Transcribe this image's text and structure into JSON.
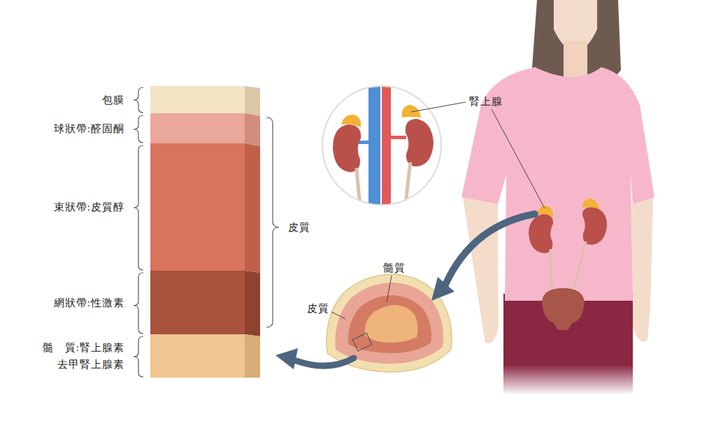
{
  "diagram": {
    "nodes": [
      {
        "text": [
          "包膜"
        ]
      },
      {
        "text": [
          "球狀帶:醛固酮"
        ]
      },
      {
        "text": [
          "束狀帶:皮質醇"
        ]
      },
      {
        "text": [
          "網狀帶:性激素"
        ]
      },
      {
        "text": [
          "髓　質:腎上腺素 去甲腎上腺素"
        ]
      }
    ],
    "labels": [
      "皮質",
      "腎上腺",
      "髓質",
      "皮質"
    ]
  }
}
